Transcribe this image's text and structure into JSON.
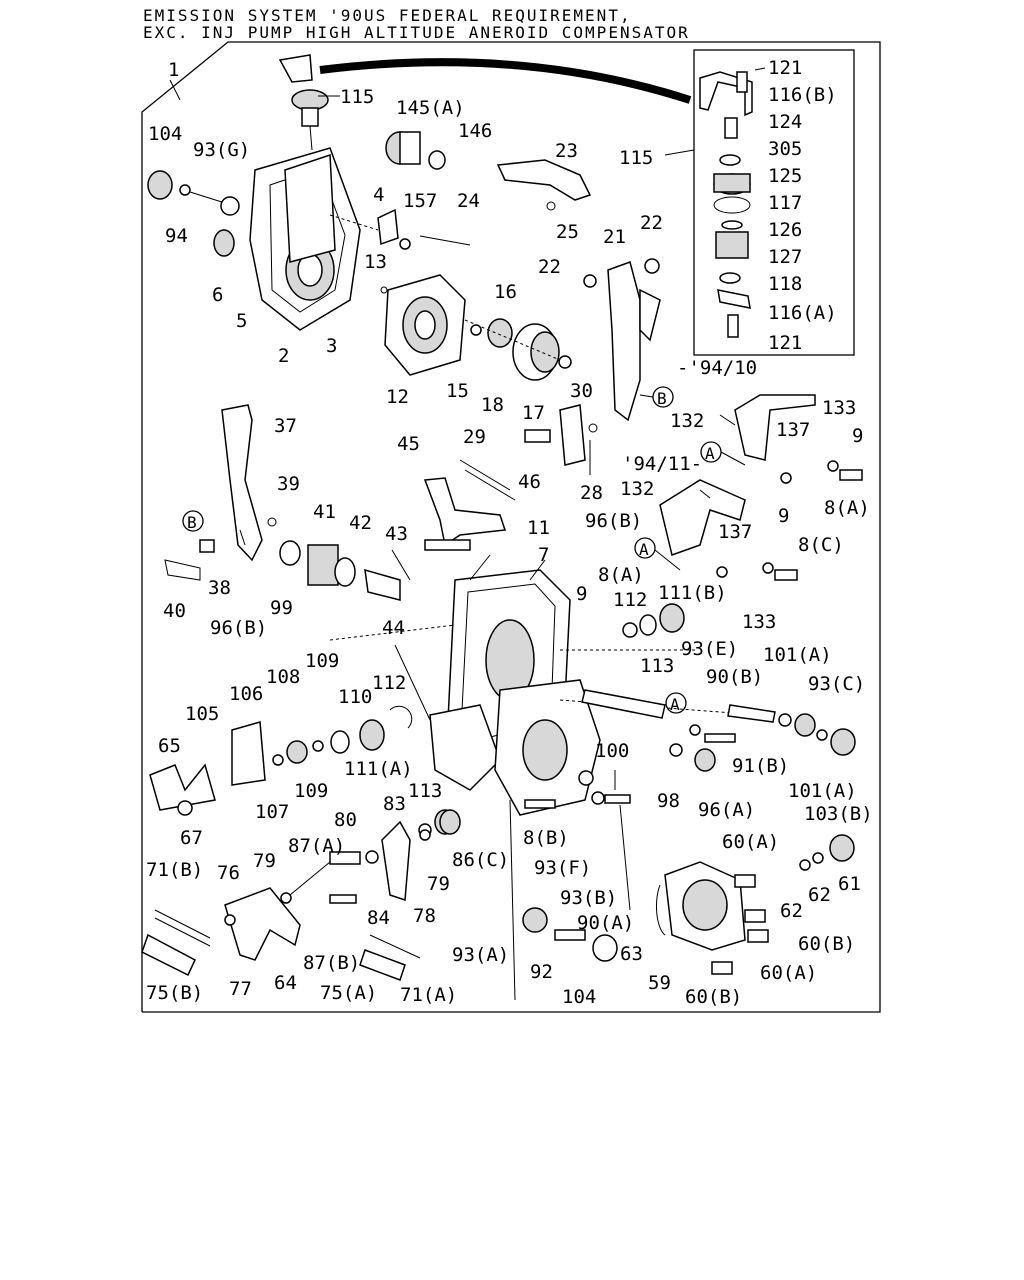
{
  "header": {
    "line1": "EMISSION SYSTEM '90US FEDERAL REQUIREMENT,",
    "line2": "EXC. INJ PUMP HIGH ALTITUDE ANEROID COMPENSATOR"
  },
  "diagram": {
    "main_callout": "1",
    "inset_callout": "115",
    "date_from": "-'94/10",
    "date_to": "'94/11-",
    "ref_markers": [
      "A",
      "B"
    ],
    "inset_parts": [
      "121",
      "116(B)",
      "124",
      "305",
      "125",
      "117",
      "126",
      "127",
      "118",
      "116(A)",
      "121"
    ],
    "labels": {
      "p115": "115",
      "p145a": "145(A)",
      "p146": "146",
      "p104a": "104",
      "p93g": "93(G)",
      "p94": "94",
      "p6": "6",
      "p5": "5",
      "p2": "2",
      "p3": "3",
      "p4": "4",
      "p157": "157",
      "p24": "24",
      "p13": "13",
      "p23": "23",
      "p25": "25",
      "p22a": "22",
      "p22b": "22",
      "p21": "21",
      "p16": "16",
      "p12": "12",
      "p15": "15",
      "p18": "18",
      "p17": "17",
      "p30": "30",
      "p29": "29",
      "p28": "28",
      "p37": "37",
      "p39": "39",
      "p41": "41",
      "p42": "42",
      "p43": "43",
      "p45": "45",
      "p46": "46",
      "p38": "38",
      "p40": "40",
      "p44": "44",
      "p11": "11",
      "p7": "7",
      "p96b1": "96(B)",
      "p96b2": "96(B)",
      "p99": "99",
      "p132a": "132",
      "p137a": "137",
      "p133a": "133",
      "p9a": "9",
      "p8a1": "8(A)",
      "p132b": "132",
      "p137b": "137",
      "p9b": "9",
      "p8c": "8(C)",
      "p133b": "133",
      "p9c": "9",
      "p8a2": "8(A)",
      "p112a": "112",
      "p111b": "111(B)",
      "p113a": "113",
      "p93e": "93(E)",
      "p90b": "90(B)",
      "p101a1": "101(A)",
      "p93c": "93(C)",
      "p106": "106",
      "p108": "108",
      "p109a": "109",
      "p110": "110",
      "p112b": "112",
      "p105": "105",
      "p65": "65",
      "p107": "107",
      "p109b": "109",
      "p111a": "111(A)",
      "p113b": "113",
      "p100": "100",
      "p91b": "91(B)",
      "p101a2": "101(A)",
      "p103b": "103(B)",
      "p98": "98",
      "p96a": "96(A)",
      "p67": "67",
      "p83": "83",
      "p80": "80",
      "p87a": "87(A)",
      "p86c": "86(C)",
      "p79a": "79",
      "p79b": "79",
      "p8b": "8(B)",
      "p93f": "93(F)",
      "p93b": "93(B)",
      "p60a1": "60(A)",
      "p61": "61",
      "p62a": "62",
      "p62b": "62",
      "p71b": "71(B)",
      "p76": "76",
      "p84": "84",
      "p78": "78",
      "p90a": "90(A)",
      "p63": "63",
      "p60b1": "60(B)",
      "p60a2": "60(A)",
      "p77": "77",
      "p64": "64",
      "p87b": "87(B)",
      "p93a": "93(A)",
      "p92": "92",
      "p59": "59",
      "p75b": "75(B)",
      "p75a": "75(A)",
      "p71a": "71(A)",
      "p104b": "104",
      "p60b2": "60(B)"
    }
  }
}
